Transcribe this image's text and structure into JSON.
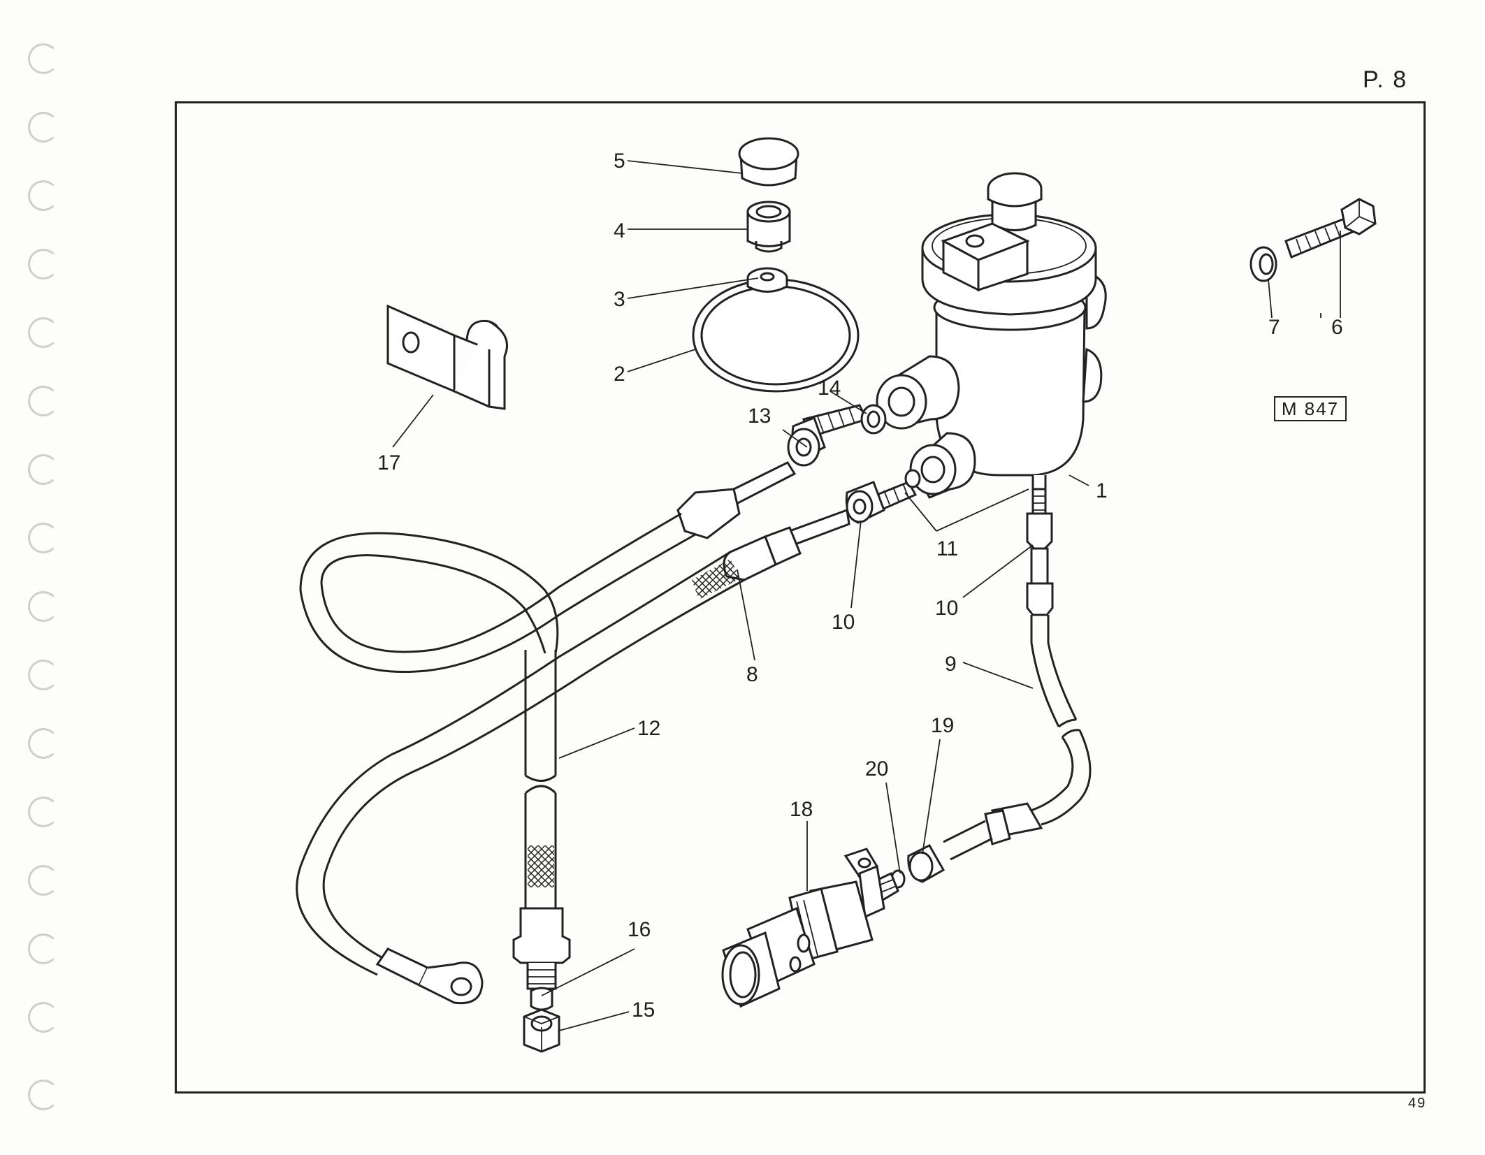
{
  "page": {
    "label": "P. 8",
    "number": "49"
  },
  "diagram": {
    "reference_code": "M 847",
    "callouts": [
      {
        "id": "c1",
        "text": "1"
      },
      {
        "id": "c2",
        "text": "2"
      },
      {
        "id": "c3",
        "text": "3"
      },
      {
        "id": "c4",
        "text": "4"
      },
      {
        "id": "c5",
        "text": "5"
      },
      {
        "id": "c6",
        "text": "6"
      },
      {
        "id": "c7",
        "text": "7"
      },
      {
        "id": "c8",
        "text": "8"
      },
      {
        "id": "c9",
        "text": "9"
      },
      {
        "id": "c10a",
        "text": "10"
      },
      {
        "id": "c10b",
        "text": "10"
      },
      {
        "id": "c11",
        "text": "11"
      },
      {
        "id": "c12",
        "text": "12"
      },
      {
        "id": "c13",
        "text": "13"
      },
      {
        "id": "c14",
        "text": "14"
      },
      {
        "id": "c15",
        "text": "15"
      },
      {
        "id": "c16",
        "text": "16"
      },
      {
        "id": "c17",
        "text": "17"
      },
      {
        "id": "c18",
        "text": "18"
      },
      {
        "id": "c19",
        "text": "19"
      },
      {
        "id": "c20",
        "text": "20"
      }
    ]
  }
}
